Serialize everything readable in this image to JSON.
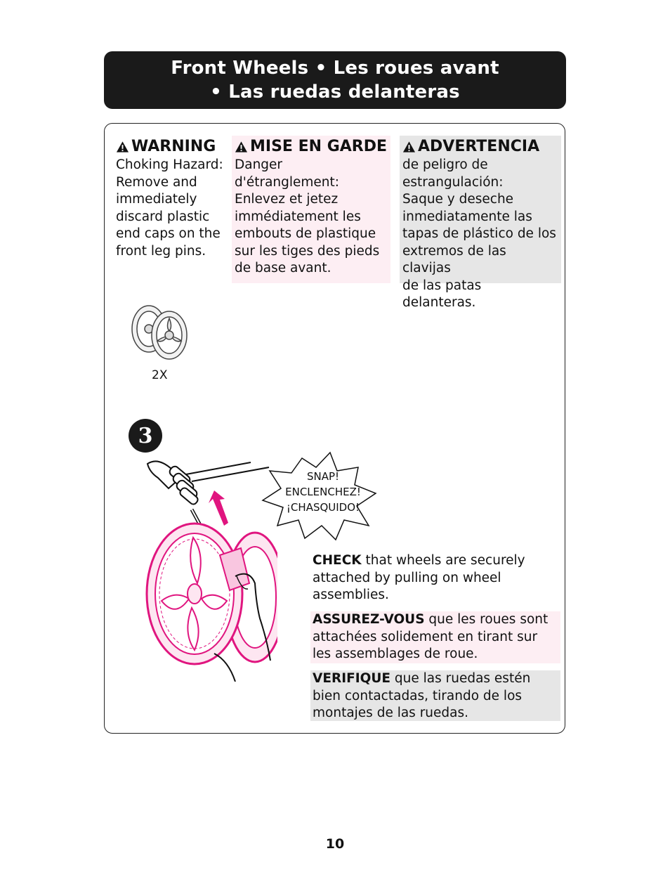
{
  "header": {
    "line1": "Front Wheels  •  Les roues avant",
    "line2": "•  Las ruedas delanteras"
  },
  "warnings": {
    "en": {
      "title": "WARNING",
      "body": "Choking Hazard:\nRemove and\nimmediately\ndiscard plastic\nend caps on the\nfront leg pins."
    },
    "fr": {
      "title": "MISE EN GARDE",
      "body": "Danger d'étranglement:\nEnlevez et jetez\nimmédiatement les\nembouts de plastique\nsur les tiges des pieds\nde base avant."
    },
    "es": {
      "title": "ADVERTENCIA",
      "body": "de peligro de\nestrangulación:\nSaque y deseche\ninmediatamente las\ntapas de plástico de los\nextremos de las clavijas\nde las patas delanteras."
    }
  },
  "parts": {
    "count_label": "2X"
  },
  "step": {
    "number": "3",
    "snap": {
      "line1": "SNAP!",
      "line2": "ENCLENCHEZ!",
      "line3": "¡CHASQUIDO!"
    },
    "instructions": {
      "en": {
        "bold": "CHECK",
        "rest": " that wheels are securely attached by pulling on wheel assemblies."
      },
      "fr": {
        "bold": "ASSUREZ-VOUS",
        "rest": " que les roues sont attachées solidement en tirant sur les assemblages de roue."
      },
      "es": {
        "bold": "VERIFIQUE",
        "rest": " que las ruedas estén bien contactadas, tirando de los montajes de las ruedas."
      }
    }
  },
  "page_number": "10",
  "colors": {
    "accent_magenta": "#e0157f",
    "pink_tint": "#fdeef3",
    "gray_tint": "#e6e6e6",
    "header_bg": "#1a1a1a"
  }
}
